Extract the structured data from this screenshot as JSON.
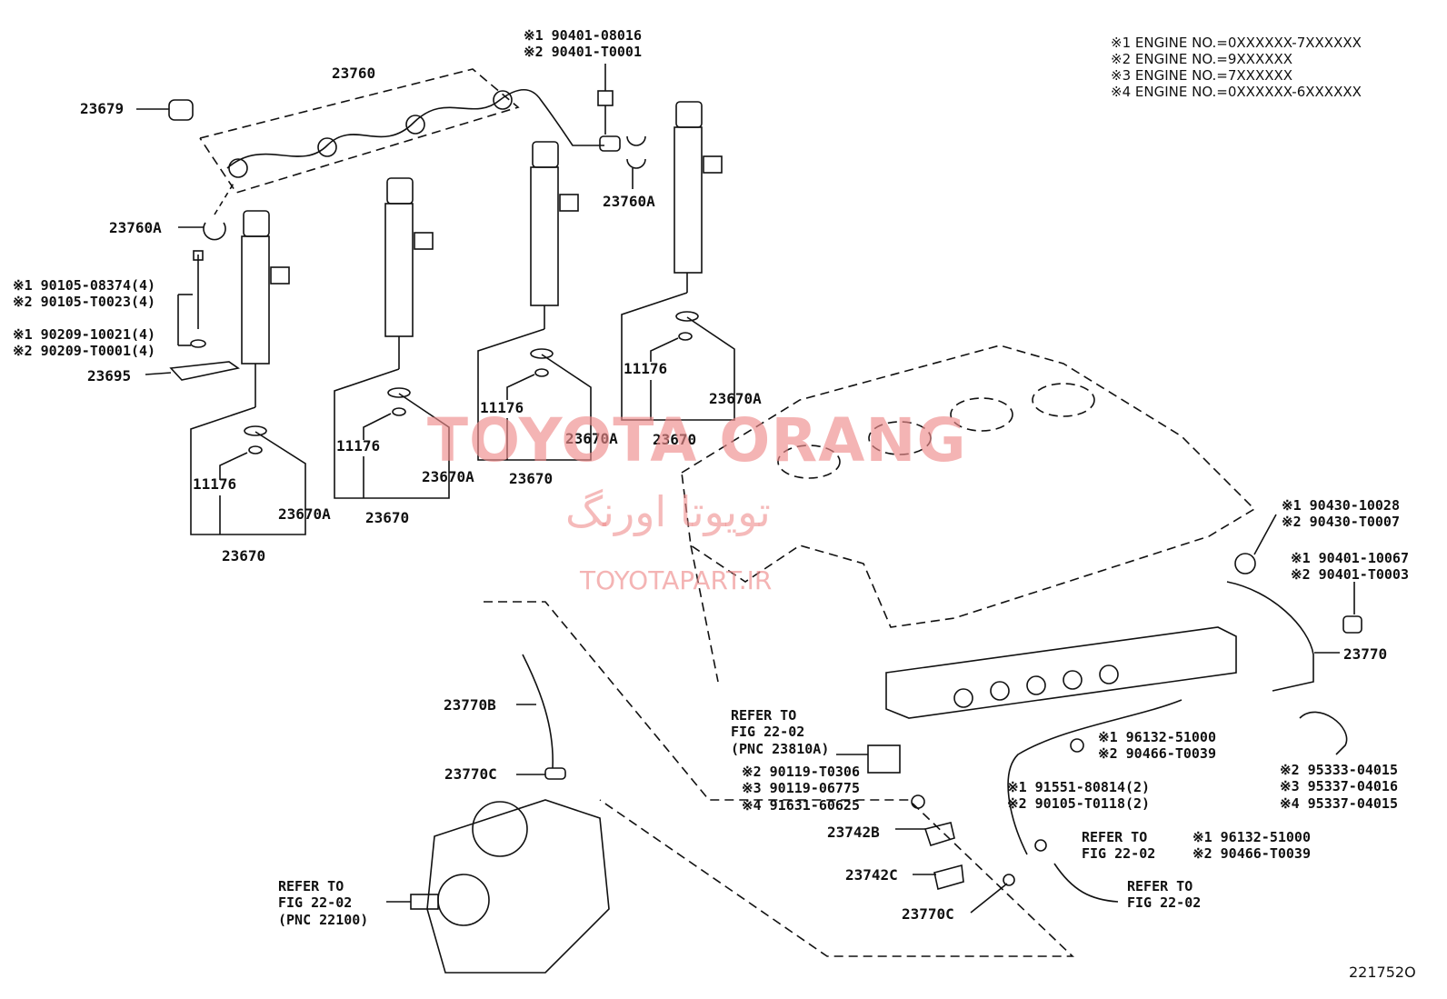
{
  "legend": [
    "※1 ENGINE NO.=0XXXXXX-7XXXXXX",
    "※2 ENGINE NO.=9XXXXXX",
    "※3 ENGINE NO.=7XXXXXX",
    "※4 ENGINE NO.=0XXXXXX-6XXXXXX"
  ],
  "watermark": {
    "latin": "TOYOTA ORANG",
    "persian": "تویوتا اورنگ",
    "site": "TOYOTAPART.IR"
  },
  "diagram_code": "221752O",
  "labels": {
    "p23679": "23679",
    "p23760": "23760",
    "p23760a_left": "23760A",
    "p23760a_right": "23760A",
    "bolt_top_1": "※1 90401-08016",
    "bolt_top_2": "※2 90401-T0001",
    "bolt_inj_1": "※1 90105-08374(4)",
    "bolt_inj_2": "※2 90105-T0023(4)",
    "washer_1": "※1 90209-10021(4)",
    "washer_2": "※2 90209-T0001(4)",
    "p23695": "23695",
    "inj1_11176": "11176",
    "inj1_23670a": "23670A",
    "inj1_23670": "23670",
    "inj2_11176": "11176",
    "inj2_23670a": "23670A",
    "inj2_23670": "23670",
    "inj3_11176": "11176",
    "inj3_23670a": "23670A",
    "inj3_23670": "23670",
    "inj4_11176": "11176",
    "inj4_23670a": "23670A",
    "inj4_23670": "23670",
    "nut_1": "※1 90430-10028",
    "nut_2": "※2 90430-T0007",
    "bolt_r_1": "※1 90401-10067",
    "bolt_r_2": "※2 90401-T0003",
    "p23770": "23770",
    "refer_rail_1": "REFER TO",
    "refer_rail_2": "FIG 22-02",
    "refer_rail_3": "(PNC 23810A)",
    "clip_a_1": "※1 96132-51000",
    "clip_a_2": "※2 90466-T0039",
    "hose_1": "※2 95333-04015",
    "hose_2": "※3 95337-04016",
    "hose_3": "※4 95337-04015",
    "screw_1": "※2 90119-T0306",
    "screw_2": "※3 90119-06775",
    "screw_3": "※4 91631-60625",
    "bolt_b_1": "※1 91551-80814(2)",
    "bolt_b_2": "※2 90105-T0118(2)",
    "clip_b_1": "※1 96132-51000",
    "clip_b_2": "※2 90466-T0039",
    "refer_mid_1": "REFER TO",
    "refer_mid_2": "FIG 22-02",
    "refer_low_1": "REFER TO",
    "refer_low_2": "FIG 22-02",
    "p23742b": "23742B",
    "p23742c": "23742C",
    "p23770c_low": "23770C",
    "p23770b": "23770B",
    "p23770c_up": "23770C",
    "refer_pump_1": "REFER TO",
    "refer_pump_2": "FIG 22-02",
    "refer_pump_3": "(PNC 22100)"
  }
}
